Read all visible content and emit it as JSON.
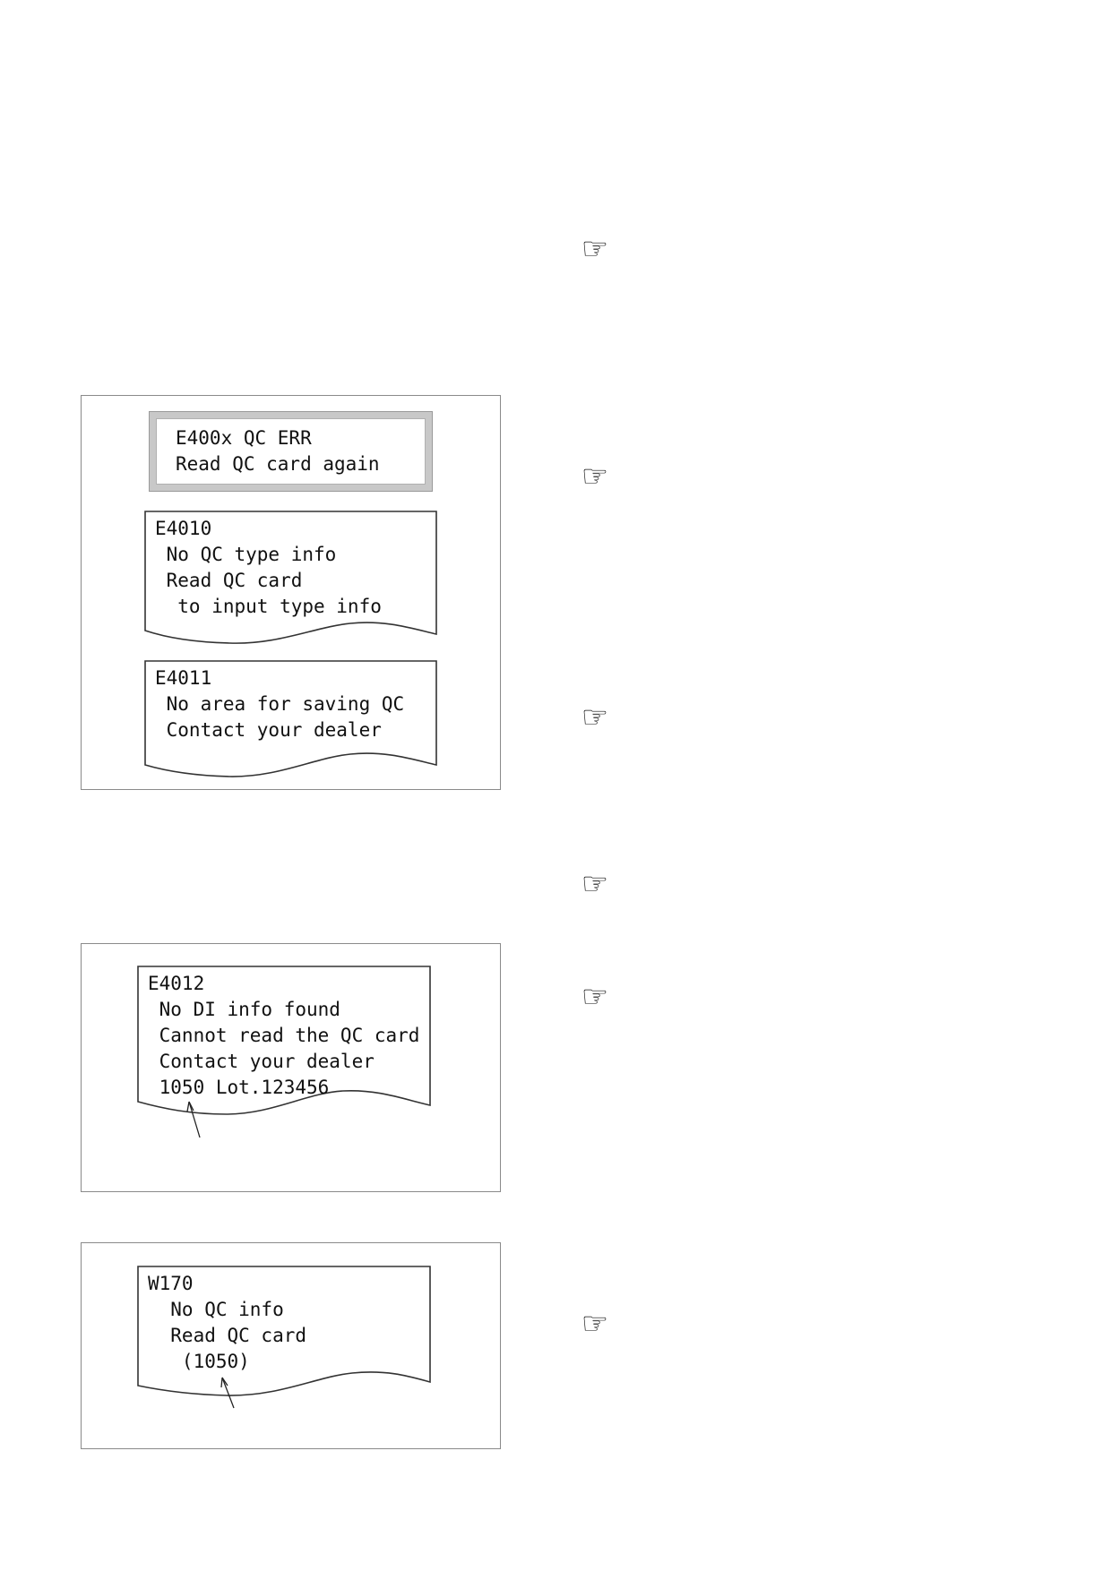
{
  "figures": [
    {
      "lcd": {
        "lines": [
          "E400x QC ERR",
          "Read QC card again"
        ]
      },
      "printouts": [
        {
          "lines": [
            "E4010",
            "No QC type info",
            "Read QC card",
            "to input type info"
          ]
        },
        {
          "lines": [
            "E4011",
            "No area for saving QC",
            "Contact your dealer"
          ]
        }
      ]
    },
    {
      "printouts": [
        {
          "lines": [
            "E4012",
            "No DI info found",
            "Cannot read the QC card",
            "Contact your dealer",
            "1050 Lot.123456"
          ]
        }
      ]
    },
    {
      "printouts": [
        {
          "lines": [
            "W170",
            "No QC info",
            "Read QC card",
            "(1050)"
          ]
        }
      ]
    }
  ],
  "reference_icons": [
    "pointing-hand-icon",
    "pointing-hand-icon",
    "pointing-hand-icon",
    "pointing-hand-icon",
    "pointing-hand-icon",
    "pointing-hand-icon"
  ]
}
